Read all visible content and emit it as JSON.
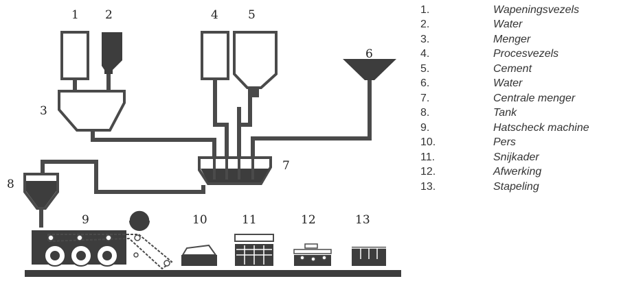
{
  "diagram": {
    "numbers": [
      "1",
      "2",
      "3",
      "4",
      "5",
      "6",
      "7",
      "8",
      "9",
      "10",
      "11",
      "12",
      "13"
    ]
  },
  "legend": {
    "items": [
      {
        "num": "1.",
        "label": "Wapeningsvezels"
      },
      {
        "num": "2.",
        "label": "Water"
      },
      {
        "num": "3.",
        "label": "Menger"
      },
      {
        "num": "4.",
        "label": "Procesvezels"
      },
      {
        "num": "5.",
        "label": "Cement"
      },
      {
        "num": "6.",
        "label": "Water"
      },
      {
        "num": "7.",
        "label": "Centrale menger"
      },
      {
        "num": "8.",
        "label": "Tank"
      },
      {
        "num": "9.",
        "label": "Hatscheck machine"
      },
      {
        "num": "10.",
        "label": "Pers"
      },
      {
        "num": "11.",
        "label": "Snijkader"
      },
      {
        "num": "12.",
        "label": "Afwerking"
      },
      {
        "num": "13.",
        "label": "Stapeling"
      }
    ]
  }
}
